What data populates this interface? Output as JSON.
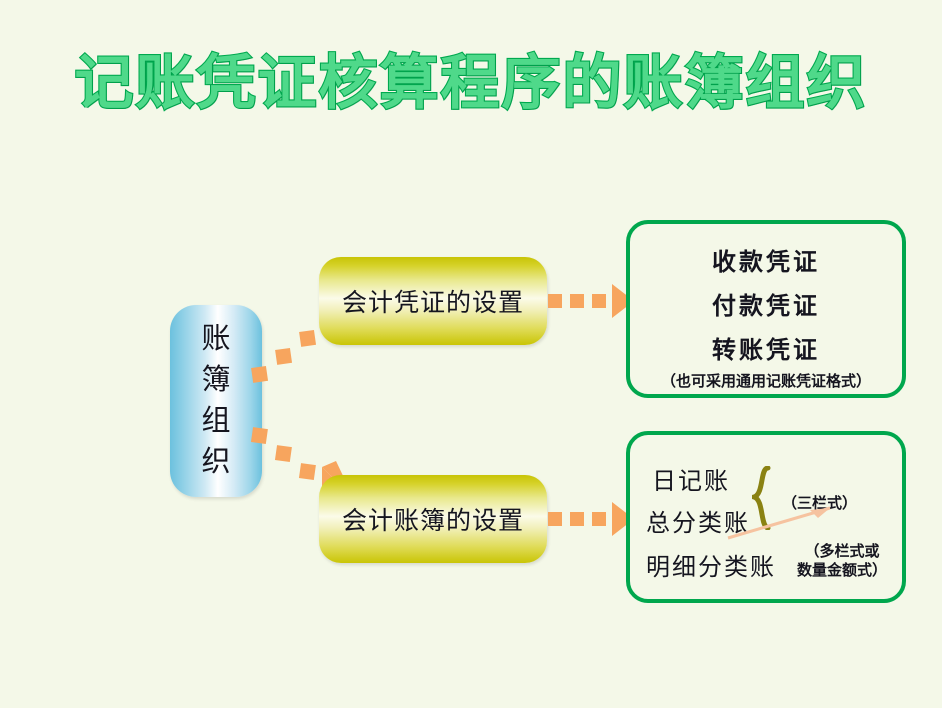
{
  "slide": {
    "title": "记账凭证核算程序的账簿组织",
    "background_color": "#f4f8e8"
  },
  "colors": {
    "title_fill": "#4fd98a",
    "title_outline": "#00a94f",
    "green_border": "#00a74d",
    "arrow_orange": "#f7a55e",
    "brace_olive": "#8a8212",
    "blue_box": "#6cc1de",
    "yellow_box": "#c8c405",
    "text": "#15151f"
  },
  "root_node": {
    "label_lines": [
      "账",
      "簿",
      "组",
      "织"
    ],
    "label": "账簿组织"
  },
  "branches": [
    {
      "key": "vouchers",
      "label": "会计凭证的设置",
      "results": [
        "收款凭证",
        "付款凭证",
        "转账凭证"
      ],
      "note": "（也可采用通用记账凭证格式）"
    },
    {
      "key": "books",
      "label": "会计账簿的设置",
      "results": [
        "日记账",
        "总分类账",
        "明细分类账"
      ],
      "brace_note": "（三栏式）",
      "note_line1": "（多栏式或",
      "note_line2": "数量金额式）"
    }
  ]
}
